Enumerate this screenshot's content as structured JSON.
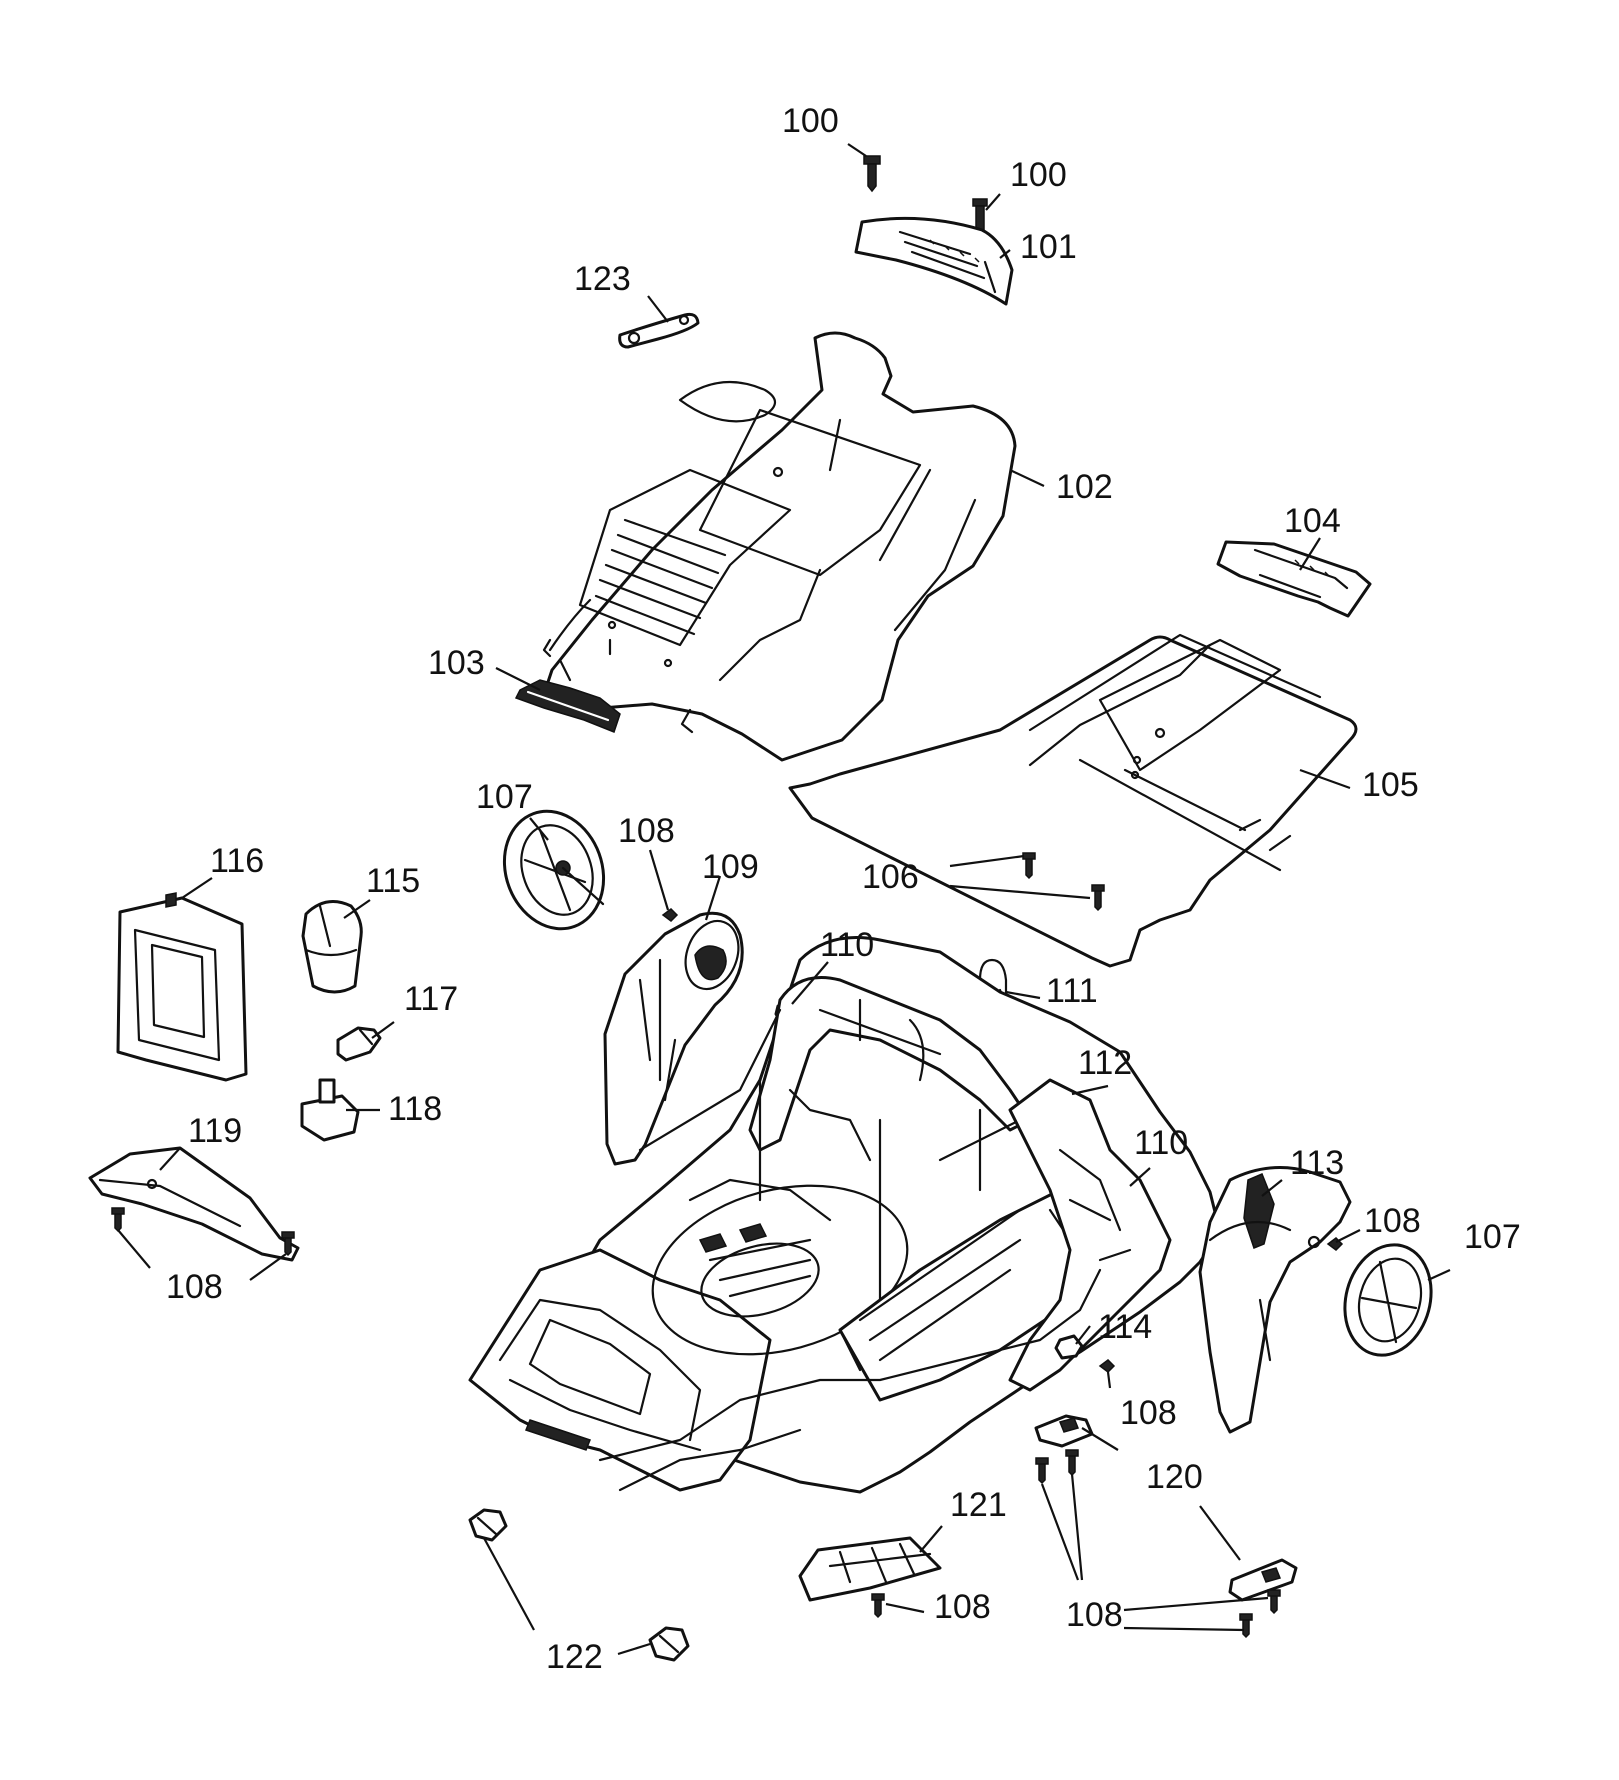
{
  "diagram": {
    "type": "exploded-parts-diagram",
    "line_color": "#111111",
    "background": "#ffffff",
    "callouts": [
      {
        "id": "c100a",
        "label": "100"
      },
      {
        "id": "c100b",
        "label": "100"
      },
      {
        "id": "c101",
        "label": "101"
      },
      {
        "id": "c123",
        "label": "123"
      },
      {
        "id": "c102",
        "label": "102"
      },
      {
        "id": "c104",
        "label": "104"
      },
      {
        "id": "c103",
        "label": "103"
      },
      {
        "id": "c105",
        "label": "105"
      },
      {
        "id": "c107a",
        "label": "107"
      },
      {
        "id": "c108a",
        "label": "108"
      },
      {
        "id": "c109",
        "label": "109"
      },
      {
        "id": "c116",
        "label": "116"
      },
      {
        "id": "c115",
        "label": "115"
      },
      {
        "id": "c106",
        "label": "106"
      },
      {
        "id": "c110a",
        "label": "110"
      },
      {
        "id": "c111",
        "label": "111"
      },
      {
        "id": "c117",
        "label": "117"
      },
      {
        "id": "c112",
        "label": "112"
      },
      {
        "id": "c118",
        "label": "118"
      },
      {
        "id": "c110b",
        "label": "110"
      },
      {
        "id": "c119",
        "label": "119"
      },
      {
        "id": "c113",
        "label": "113"
      },
      {
        "id": "c108b",
        "label": "108"
      },
      {
        "id": "c107b",
        "label": "107"
      },
      {
        "id": "c108c",
        "label": "108"
      },
      {
        "id": "c114",
        "label": "114"
      },
      {
        "id": "c108d",
        "label": "108"
      },
      {
        "id": "c120",
        "label": "120"
      },
      {
        "id": "c121",
        "label": "121"
      },
      {
        "id": "c108e",
        "label": "108"
      },
      {
        "id": "c108f",
        "label": "108"
      },
      {
        "id": "c122",
        "label": "122"
      }
    ]
  }
}
